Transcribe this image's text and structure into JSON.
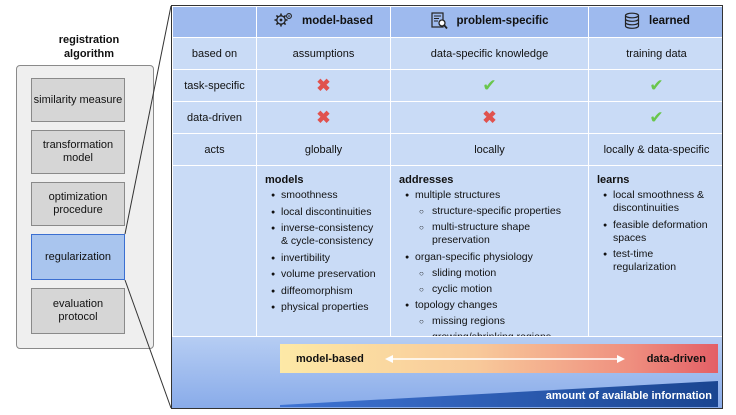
{
  "left": {
    "title": "registration algorithm",
    "boxes": [
      "similarity measure",
      "transformation model",
      "optimization procedure",
      "regularization",
      "evaluation protocol"
    ]
  },
  "table": {
    "headers": [
      {
        "label": "model-based",
        "icon": "gears-icon"
      },
      {
        "label": "problem-specific",
        "icon": "document-search-icon"
      },
      {
        "label": "learned",
        "icon": "database-icon"
      }
    ],
    "rows": [
      {
        "label": "based on",
        "cells": [
          "assumptions",
          "data-specific knowledge",
          "training data"
        ]
      },
      {
        "label": "task-specific",
        "cells": [
          "cross",
          "check",
          "check"
        ]
      },
      {
        "label": "data-driven",
        "cells": [
          "cross",
          "cross",
          "check"
        ]
      },
      {
        "label": "acts",
        "cells": [
          "globally",
          "locally",
          "locally & data-specific"
        ]
      }
    ],
    "details": [
      {
        "heading": "models",
        "items": [
          {
            "text": "smoothness"
          },
          {
            "text": "local discontinuities"
          },
          {
            "text": "inverse-consistency & cycle-consistency"
          },
          {
            "text": "invertibility"
          },
          {
            "text": "volume preservation"
          },
          {
            "text": "diffeomorphism"
          },
          {
            "text": "physical properties"
          }
        ]
      },
      {
        "heading": "addresses",
        "items": [
          {
            "text": "multiple structures",
            "sub": [
              "structure-specific properties",
              "multi-structure shape preservation"
            ]
          },
          {
            "text": "organ-specific physiology",
            "sub": [
              "sliding motion",
              "cyclic motion"
            ]
          },
          {
            "text": "topology changes",
            "sub": [
              "missing regions",
              "growing/shrinking regions"
            ]
          }
        ]
      },
      {
        "heading": "learns",
        "items": [
          {
            "text": "local smoothness & discontinuities"
          },
          {
            "text": "feasible deformation spaces"
          },
          {
            "text": "test-time regularization"
          }
        ]
      }
    ]
  },
  "scale": {
    "left_label": "model-based",
    "right_label": "data-driven",
    "info_label": "amount of available information"
  },
  "colors": {
    "header": "#9ebaee",
    "cell": "#c9dbf6",
    "active_box": "#a9c5ee",
    "cross": "#e0524e",
    "check": "#69c64c",
    "wedge": "#1f4fa0"
  }
}
